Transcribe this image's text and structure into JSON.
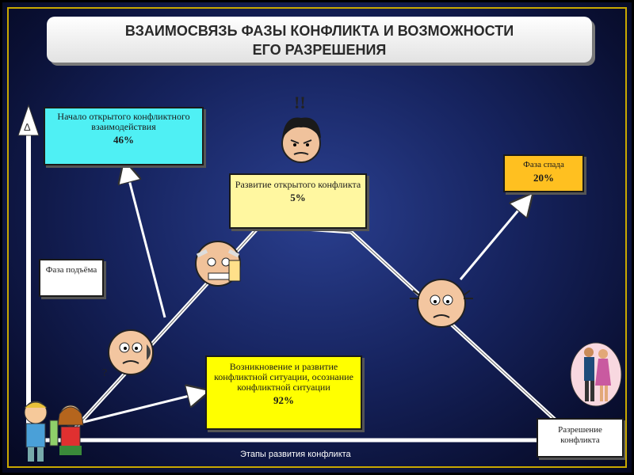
{
  "title": {
    "line1": "ВЗАИМОСВЯЗЬ ФАЗЫ КОНФЛИКТА И ВОЗМОЖНОСТИ",
    "line2": "ЕГО РАЗРЕШЕНИЯ"
  },
  "boxes": {
    "open": {
      "text": "Начало открытого конфликтного взаимодействия",
      "percent": "46%",
      "color": "#4ff0f4"
    },
    "development": {
      "text": "Развитие открытого конфликта",
      "percent": "5%",
      "color": "#fff7a0"
    },
    "decline": {
      "text": "Фаза спада",
      "percent": "20%",
      "color": "#ffc020"
    },
    "emergence": {
      "text": "Возникновение и развитие конфликтной ситуации, осознание конфликтной ситуации",
      "percent": "92%",
      "color": "#ffff00"
    },
    "rise": {
      "text": "Фаза подъёма"
    },
    "resolution": {
      "text": "Разрешение конфликта"
    }
  },
  "axis": {
    "x_label": "Этапы развития конфликта",
    "y_label": "Δ"
  },
  "icons": [
    "children-icon",
    "worried-face-icon",
    "angry-old-man-icon",
    "angry-man-icon",
    "sad-face-icon",
    "couple-icon"
  ]
}
